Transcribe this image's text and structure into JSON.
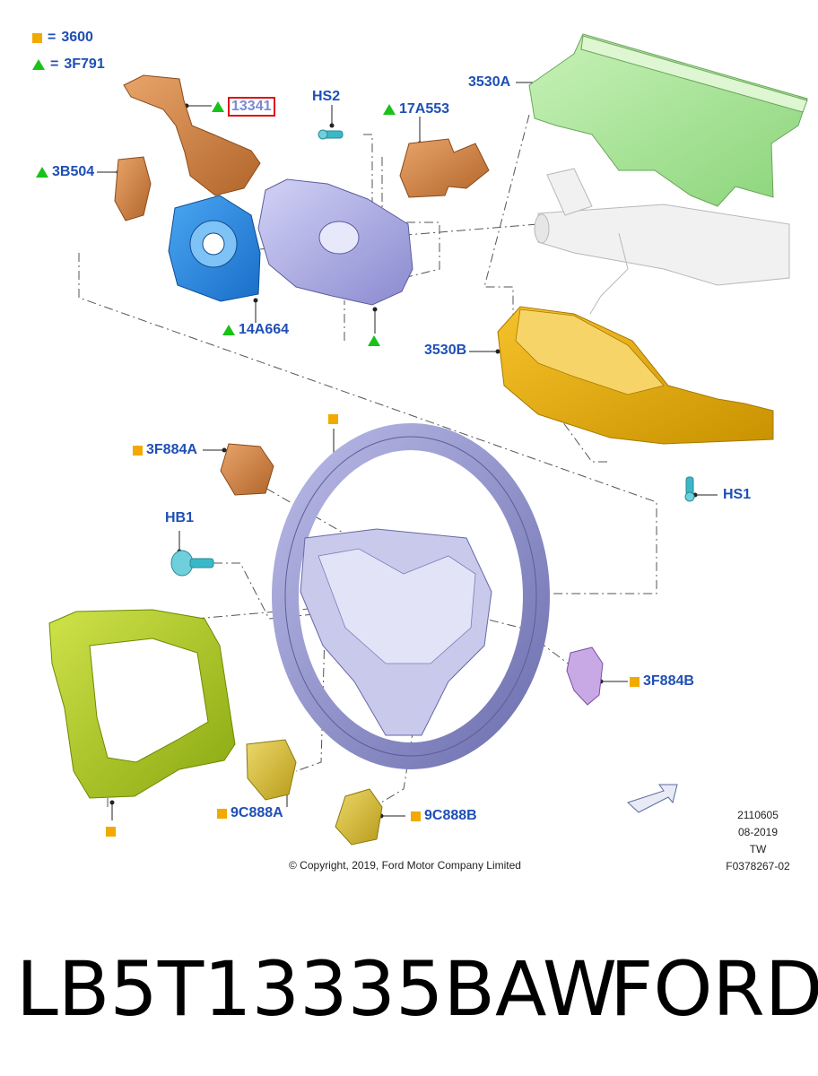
{
  "legend": [
    {
      "symbol": "square",
      "text": "3600"
    },
    {
      "symbol": "triangle",
      "text": "3F791"
    }
  ],
  "labels": {
    "l13341": "13341",
    "hs2": "HS2",
    "l17a553": "17A553",
    "l3530a": "3530A",
    "l3b504": "3B504",
    "l14a664": "14A664",
    "l3530b": "3530B",
    "l3f884a": "3F884A",
    "hs1": "HS1",
    "hb1": "HB1",
    "l3f884b": "3F884B",
    "l9c888a": "9C888A",
    "l9c888b": "9C888B"
  },
  "info_block": {
    "number": "2110605",
    "date": "08-2019",
    "code": "TW",
    "figure": "F0378267-02"
  },
  "copyright": "© Copyright, 2019, Ford Motor Company Limited",
  "caption": {
    "part_number": "LB5T13335BAW",
    "brand": "FORD"
  },
  "colors": {
    "label_blue": "#1f4fb5",
    "square_marker": "#f2a900",
    "triangle_marker": "#19c219",
    "highlight_box": "#e01010",
    "stalk_orange": "#c87a3a",
    "clockspring_blue": "#2f86e0",
    "steering_column_purple": "#a8a8e6",
    "shroud_upper_green": "#a6e69a",
    "shroud_lower_yellow": "#e4a800",
    "wheel_purple": "#8d8fc6",
    "bezel_yellow_green": "#a6c81a",
    "switch_yellow": "#d3bb3e",
    "bolt_cyan": "#3ab8c8"
  }
}
